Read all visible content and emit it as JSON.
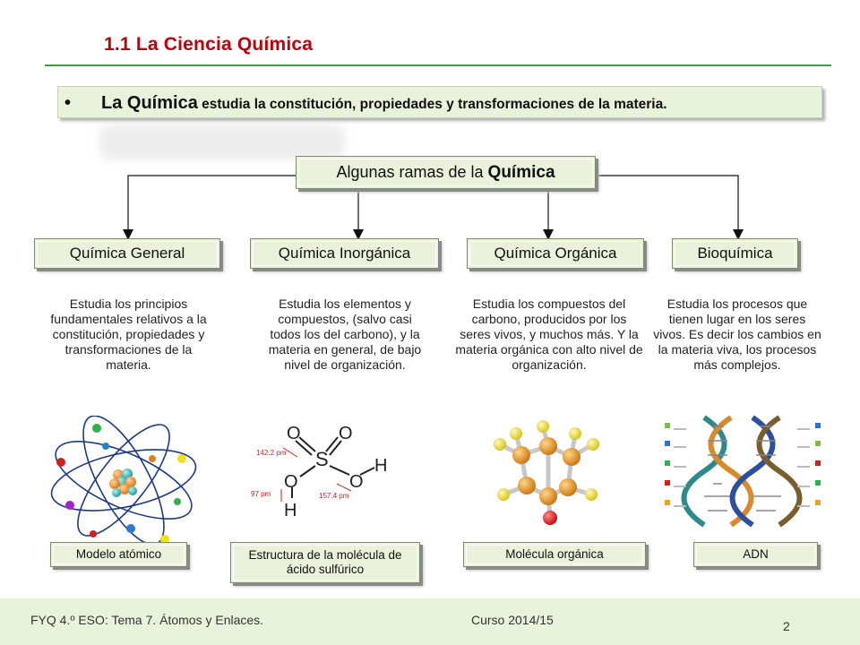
{
  "title": "1.1  La Ciencia Química",
  "intro": {
    "bullet": "•",
    "bold_lead": "La Química",
    "text": " estudia la constitución, propiedades y transformaciones de la materia."
  },
  "root": {
    "text": "Algunas ramas de la",
    "emphasis": "Química"
  },
  "branches": [
    {
      "label": "Química General",
      "description": "Estudia los principios fundamentales relativos a la constitución, propiedades y transformaciones de la materia.",
      "caption": "Modelo atómico"
    },
    {
      "label": "Química Inorgánica",
      "description": "Estudia los elementos y compuestos, (salvo casi todos los  del carbono), y la materia en general, de bajo nivel de organización.",
      "caption": "Estructura de la molécula de ácido sulfúrico"
    },
    {
      "label": "Química Orgánica",
      "description": "Estudia los compuestos del carbono, producidos por los seres vivos, y muchos más.  Y la materia orgánica con alto nivel de organización.",
      "caption": "Molécula orgánica"
    },
    {
      "label": "Bioquímica",
      "description": "Estudia los procesos que tienen lugar en los seres vivos.  Es decir los cambios en la materia viva,  los procesos más complejos.",
      "caption": "ADN"
    }
  ],
  "sulfuric_diagram": {
    "atoms": {
      "o_top_left": "O",
      "o_top_right": "O",
      "s": "S",
      "o_left": "O",
      "o_right": "O",
      "h_right": "H",
      "h_left": "H"
    },
    "measures": {
      "so_bond": "142.2 pm",
      "oh_bond": "97 pm",
      "so_single": "157.4 pm"
    }
  },
  "footer": {
    "left": "FYQ  4.º ESO:  Tema 7. Átomos y Enlaces.",
    "right": "Curso 2014/15",
    "page": "2"
  },
  "colors": {
    "title": "#c0000a",
    "rule": "#3f9a4b",
    "box_fill": "#eaf2dc",
    "footer_fill": "#e9f2db",
    "measure_red": "#d21f1f"
  }
}
